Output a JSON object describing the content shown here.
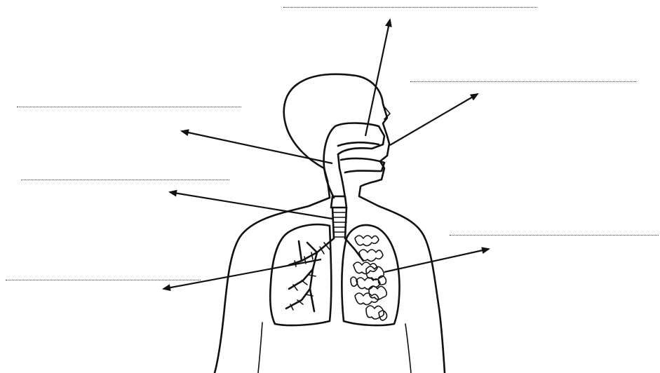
{
  "worksheet": {
    "blanks": [
      {
        "id": "nasal-cavity",
        "text": ""
      },
      {
        "id": "nose-mouth",
        "text": ""
      },
      {
        "id": "pharynx",
        "text": ""
      },
      {
        "id": "trachea",
        "text": ""
      },
      {
        "id": "bronchi",
        "text": ""
      },
      {
        "id": "alveoli",
        "text": ""
      }
    ]
  },
  "colors": {
    "ink": "#111111",
    "paper": "#ffffff",
    "blank_line": "#333333"
  }
}
